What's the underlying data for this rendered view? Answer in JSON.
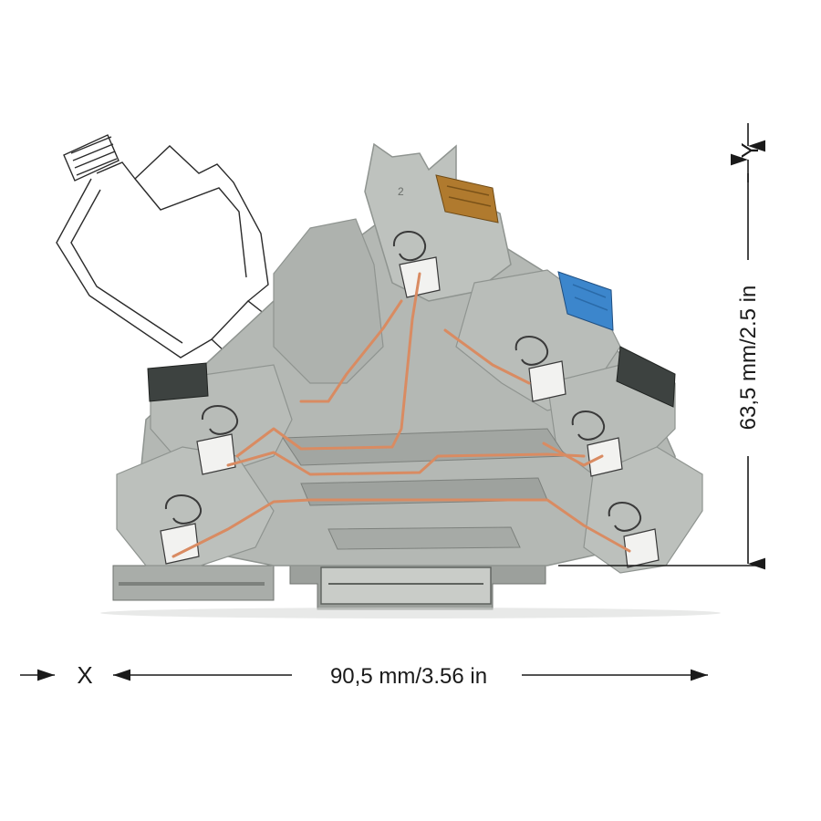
{
  "dimensions": {
    "width_label": "90,5 mm/3.56 in",
    "height_label": "63,5 mm/2.5 in",
    "x_axis_label": "X",
    "y_axis_label": "Y"
  },
  "markings": {
    "slot_number": "2"
  },
  "colors": {
    "housing": "#b4b8b4",
    "housing_dark": "#8f9490",
    "housing_light": "#cdd0cc",
    "conductor": "#d98b62",
    "jumper_brown": "#b07a2e",
    "jumper_blue": "#3c86cc",
    "marker_dark": "#3d4240",
    "outline": "#2a2a2a"
  }
}
